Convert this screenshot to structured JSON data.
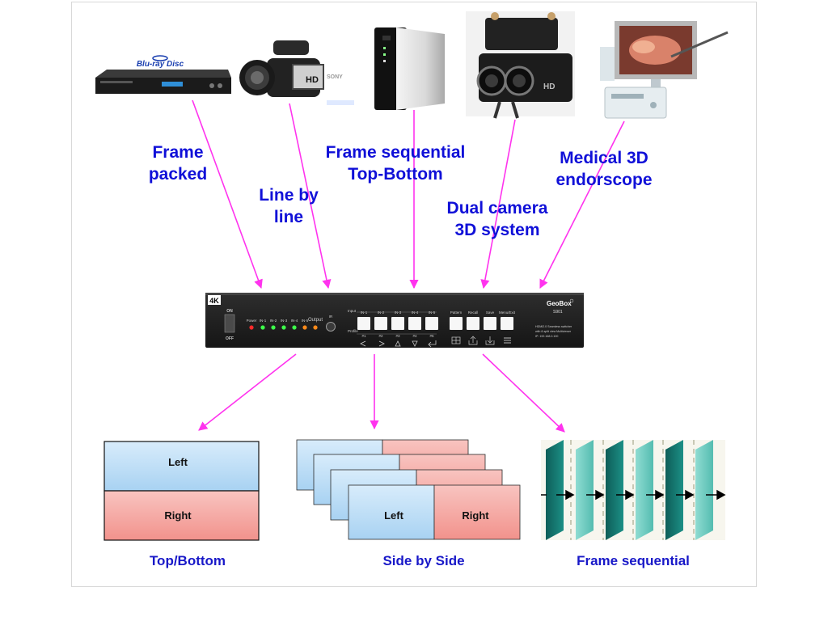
{
  "sources": [
    {
      "id": "bluray",
      "label_lines": [
        "Frame",
        "packed"
      ],
      "logo_text": "Blu-ray Disc"
    },
    {
      "id": "camcorder",
      "label_lines": [
        "Line by",
        "line"
      ],
      "badge": "HD",
      "brand": "SONY"
    },
    {
      "id": "player",
      "label_lines": [
        "Frame sequential",
        "Top-Bottom"
      ]
    },
    {
      "id": "dual-camera",
      "label_lines": [
        "Dual camera",
        "3D system"
      ],
      "badge": "HD"
    },
    {
      "id": "endoscope",
      "label_lines": [
        "Medical 3D",
        "endorscope"
      ]
    }
  ],
  "device": {
    "badge": "4K",
    "brand": "GeoBox",
    "model": "S901",
    "switch_on": "ON",
    "switch_off": "OFF",
    "led_labels": [
      "Power",
      "IN-1",
      "IN-2",
      "IN-3",
      "IN-4",
      "IN-5",
      "Output"
    ],
    "ir_label": "IR",
    "row_input": "Input",
    "row_profile": "Profile",
    "input_keys": [
      "IN-1",
      "IN-2",
      "IN-3",
      "IN-4",
      "IN-5"
    ],
    "profile_keys": [
      "#1",
      "#2",
      "#3",
      "#4",
      "#5"
    ],
    "func_keys": [
      "Pattern",
      "Recall",
      "Save",
      "Menu/Exit"
    ],
    "desc_lines": [
      "HDMI2.0 Seamless switcher",
      "with 8-split view Multiviewer",
      "IP: 192.168.0.100"
    ]
  },
  "outputs": [
    {
      "id": "top-bottom",
      "label": "Top/Bottom",
      "panel_top": "Left",
      "panel_bottom": "Right"
    },
    {
      "id": "side-by-side",
      "label": "Side by Side",
      "panel_left": "Left",
      "panel_right": "Right"
    },
    {
      "id": "frame-sequential",
      "label": "Frame sequential"
    }
  ],
  "colors": {
    "arrow": "#ff33ee",
    "label_blue": "#1010d8",
    "left_panel": "#bcdcf4",
    "right_panel": "#f5a8a4",
    "frame_dark": "#137a72",
    "frame_light": "#6ecdc2"
  }
}
